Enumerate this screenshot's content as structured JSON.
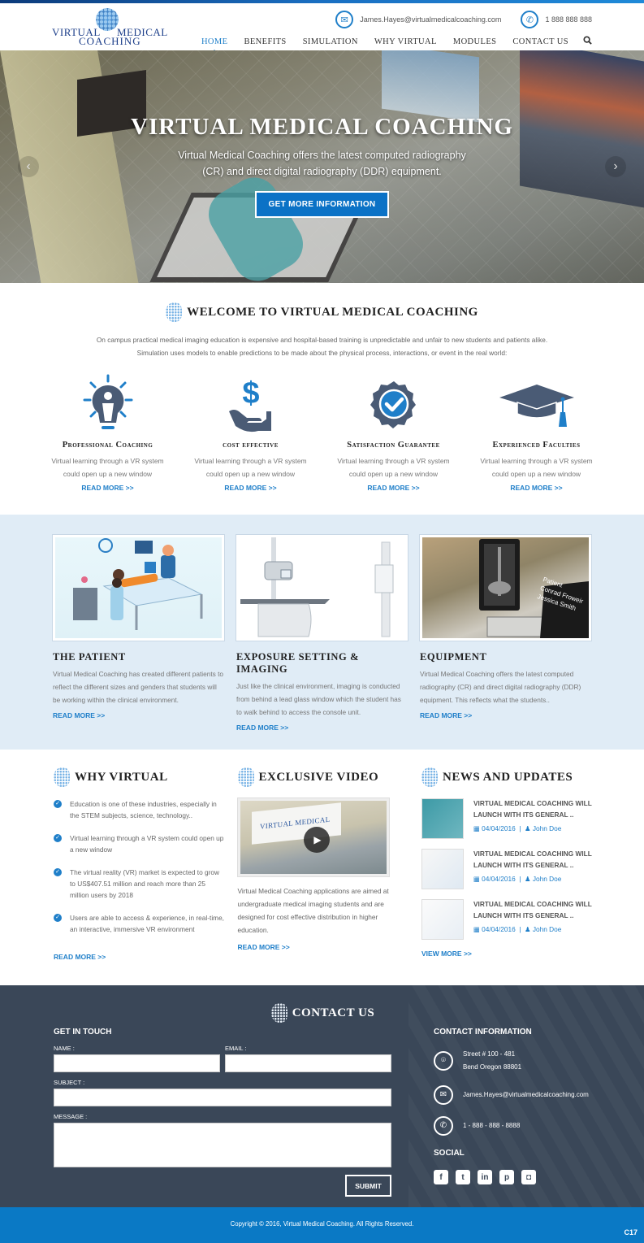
{
  "brand": {
    "logo_line1_left": "VIRTUAL",
    "logo_line1_right": "MEDICAL",
    "logo_trademark": "™",
    "logo_line2": "COACHING"
  },
  "topbar": {
    "email": "James.Hayes@virtualmedicalcoaching.com",
    "phone": "1 888 888 888",
    "email_icon": "envelope-icon",
    "phone_icon": "phone-icon"
  },
  "nav": {
    "items": [
      {
        "label": "HOME",
        "active": true
      },
      {
        "label": "BENEFITS"
      },
      {
        "label": "SIMULATION"
      },
      {
        "label": "WHY VIRTUAL"
      },
      {
        "label": "MODULES"
      },
      {
        "label": "CONTACT US"
      }
    ],
    "search_icon": "search-icon"
  },
  "hero": {
    "title": "VIRTUAL MEDICAL COACHING",
    "subtitle_line1": "Virtual Medical Coaching offers the latest computed radiography",
    "subtitle_line2": "(CR) and direct digital radiography (DDR) equipment.",
    "cta_label": "GET MORE INFORMATION",
    "prev_icon": "‹",
    "next_icon": "›"
  },
  "welcome": {
    "title": "WELCOME TO VIRTUAL MEDICAL COACHING",
    "text_line1": "On campus practical medical imaging education is expensive and hospital-based training is unpredictable and unfair to new students and patients alike.",
    "text_line2": "Simulation uses models to enable predictions to be made about the physical process, interactions, or event in the real world:",
    "features": [
      {
        "icon": "lightbulb-person-icon",
        "title": "Professional Coaching",
        "desc_line1": "Virtual learning through a VR system",
        "desc_line2": "could open up a new window",
        "link": "READ MORE >>"
      },
      {
        "icon": "hand-dollar-icon",
        "title": "cost effective",
        "desc_line1": "Virtual learning through a VR system",
        "desc_line2": "could open up a new window",
        "link": "READ MORE >>"
      },
      {
        "icon": "badge-check-icon",
        "title": "Satisfaction Guarantee",
        "desc_line1": "Virtual learning through a VR system",
        "desc_line2": "could open up a new window",
        "link": "READ MORE >>"
      },
      {
        "icon": "graduation-cap-icon",
        "title": "Experienced Faculties",
        "desc_line1": "Virtual learning through a VR system",
        "desc_line2": "could open up a new window",
        "link": "READ MORE >>"
      }
    ]
  },
  "cards": [
    {
      "title": "THE PATIENT",
      "desc": "Virtual Medical Coaching has created different patients to reflect the different sizes and genders that students will be working within the clinical environment.",
      "link": "READ MORE >>"
    },
    {
      "title": "EXPOSURE SETTING & IMAGING",
      "desc": "Just like the clinical environment, imaging is conducted from behind a lead glass window which the student has to walk behind to access the console unit.",
      "link": "READ MORE >>"
    },
    {
      "title": "EQUIPMENT",
      "desc": "Virtual Medical Coaching offers the latest computed radiography (CR) and direct digital radiography (DDR) equipment. This reflects what the students..",
      "link": "READ MORE >>",
      "screen_text": [
        "Patient",
        "Conrad Froweir",
        "Jessica Smith"
      ]
    }
  ],
  "why_virtual": {
    "title": "WHY VIRTUAL",
    "items": [
      "Education is one of these industries, especially in the STEM subjects, science, technology..",
      "Virtual learning through a VR system could open up a new window",
      "The virtual reality (VR) market is expected to grow to US$407.51 million and reach more than 25 million users by 2018",
      "Users are able to access & experience, in real-time, an interactive, immersive VR environment"
    ],
    "link": "READ MORE >>"
  },
  "video": {
    "title": "EXCLUSIVE VIDEO",
    "thumb_sign": "VIRTUAL MEDICAL",
    "desc": "Virtual Medical Coaching applications are aimed at undergraduate medical imaging students and are designed for cost effective distribution in higher education.",
    "link": "READ MORE >>"
  },
  "news": {
    "title": "NEWS AND UPDATES",
    "items": [
      {
        "title": "VIRTUAL MEDICAL COACHING WILL LAUNCH WITH ITS GENERAL ..",
        "date": "04/04/2016",
        "author": "John Doe"
      },
      {
        "title": "VIRTUAL MEDICAL COACHING WILL LAUNCH WITH ITS GENERAL ..",
        "date": "04/04/2016",
        "author": "John Doe"
      },
      {
        "title": "VIRTUAL MEDICAL COACHING WILL LAUNCH WITH ITS GENERAL ..",
        "date": "04/04/2016",
        "author": "John Doe"
      }
    ],
    "link": "VIEW MORE >>"
  },
  "contact": {
    "title": "CONTACT US",
    "form_heading": "GET IN TOUCH",
    "name_label": "NAME :",
    "email_label": "EMAIL :",
    "subject_label": "SUBJECT :",
    "message_label": "MESSAGE :",
    "name_value": "",
    "email_value": "",
    "subject_value": "",
    "message_value": "",
    "submit_label": "SUBMIT",
    "info_heading": "CONTACT INFORMATION",
    "address_line1": "Street # 100 - 481",
    "address_line2": "Bend Oregon 88801",
    "email": "James.Hayes@virtualmedicalcoaching.com",
    "phone": "1 - 888 - 888 - 8888",
    "social_heading": "SOCIAL",
    "social": [
      {
        "name": "facebook",
        "glyph": "f"
      },
      {
        "name": "twitter",
        "glyph": "t"
      },
      {
        "name": "linkedin",
        "glyph": "in"
      },
      {
        "name": "pinterest",
        "glyph": "p"
      },
      {
        "name": "instagram",
        "glyph": "◘"
      }
    ]
  },
  "footer": {
    "copyright": "Copyright © 2016, Virtual Medical Coaching. All Rights Reserved.",
    "code": "C17"
  },
  "colors": {
    "accent": "#1f7fc9",
    "footer_blue": "#0a79c5",
    "contact_bg": "#3a4758",
    "cards_band_bg": "#e0ecf6",
    "icon_slate": "#4a5b75"
  }
}
